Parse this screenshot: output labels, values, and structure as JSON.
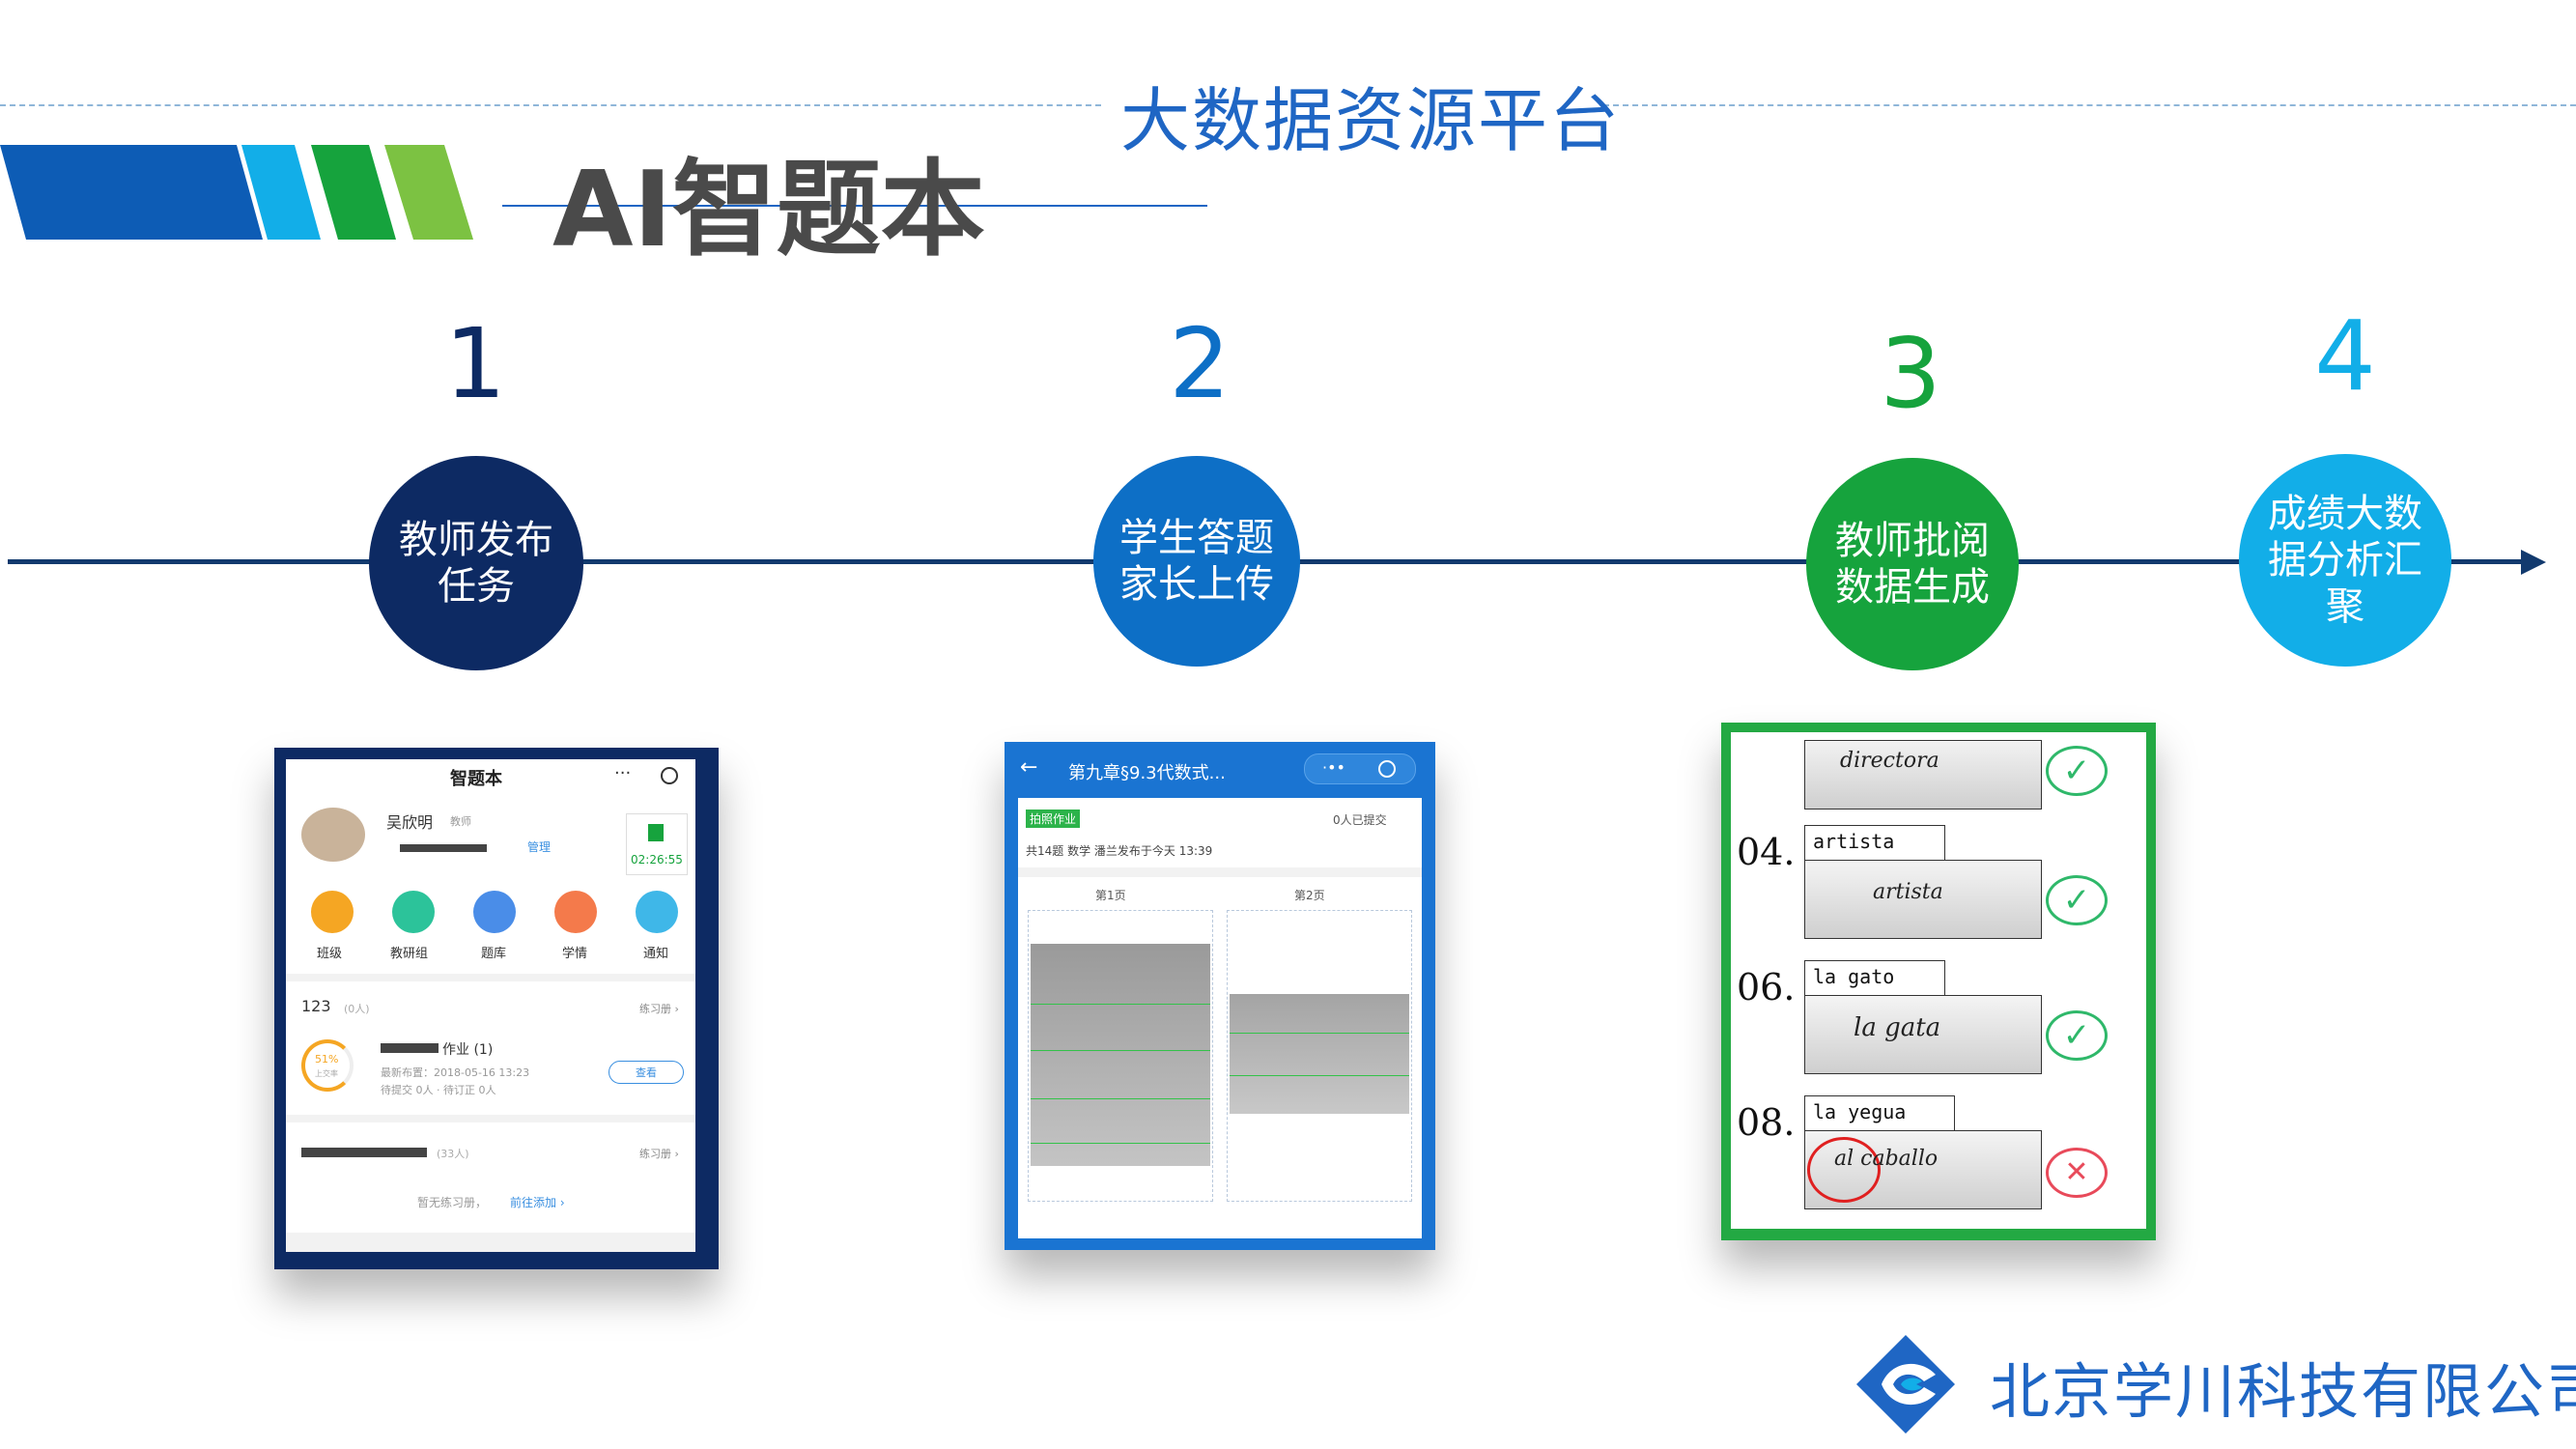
{
  "header": {
    "platform_title": "大数据资源平台",
    "main_title": "AI智题本"
  },
  "steps": [
    {
      "number": "1",
      "label": "教师发布\n任务"
    },
    {
      "number": "2",
      "label": "学生答题\n家长上传"
    },
    {
      "number": "3",
      "label": "教师批阅\n数据生成"
    },
    {
      "number": "4",
      "label": "成绩大数\n据分析汇\n聚"
    }
  ],
  "colors": {
    "step1": "#0d2a63",
    "step2": "#0d6fc6",
    "step3": "#16a33d",
    "step4": "#12aee8",
    "accent_blue": "#1f66c4",
    "stripe_green": "#7cc242"
  },
  "phone1": {
    "app_title": "智题本",
    "more_icon": "···",
    "user_name": "吴欣明",
    "user_role": "教师",
    "tag": "管理",
    "time": "02:26:55",
    "icons": [
      "班级",
      "教研组",
      "题库",
      "学情",
      "通知"
    ],
    "class_name": "123",
    "class_count": "(0人)",
    "practice_link": "练习册 ›",
    "progress": "51%",
    "progress_sub": "上交率",
    "homework_title": "作业 (1)",
    "homework_date": "最新布置：2018-05-16 13:23",
    "homework_stats": "待提交 0人 · 待订正 0人",
    "view_button": "查看",
    "group_count": "(33人)",
    "practice_link2": "练习册 ›",
    "empty_text": "暂无练习册，",
    "add_link": "前往添加 ›"
  },
  "phone2": {
    "nav_title": "第九章§9.3代数式...",
    "tag": "拍照作业",
    "submitted": "0人已提交",
    "meta": "共14题  数学  潘兰发布于今天 13:39",
    "page1": "第1页",
    "page2": "第2页"
  },
  "phone3": {
    "items": [
      {
        "number": "",
        "answer": "",
        "handwriting": "directora",
        "correct": true
      },
      {
        "number": "04.",
        "answer": "artista",
        "handwriting": "artista",
        "correct": true
      },
      {
        "number": "06.",
        "answer": "la gato",
        "handwriting": "la gata",
        "correct": true
      },
      {
        "number": "08.",
        "answer": "la yegua",
        "handwriting": "al caballo",
        "correct": false
      }
    ]
  },
  "footer": {
    "company": "北京学川科技有限公司"
  }
}
